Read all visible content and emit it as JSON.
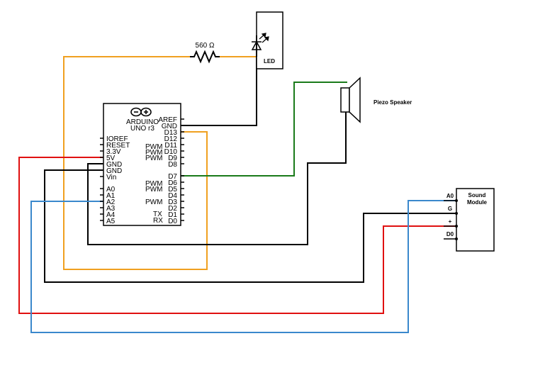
{
  "resistor": {
    "value": "560 Ω"
  },
  "led": {
    "label": "LED"
  },
  "piezo": {
    "label": "Piezo Speaker"
  },
  "sound_module": {
    "title_line1": "Sound",
    "title_line2": "Module",
    "pins": [
      "A0",
      "G",
      "+",
      "D0"
    ]
  },
  "arduino": {
    "title_line1": "ARDUINO",
    "title_line2": "UNO r3",
    "left_pins": [
      "IOREF",
      "RESET",
      "3.3V",
      "5V",
      "GND",
      "GND",
      "Vin",
      "A0",
      "A1",
      "A2",
      "A3",
      "A4",
      "A5"
    ],
    "right_pins": [
      "AREF",
      "GND",
      "D13",
      "D12",
      "D11",
      "D10",
      "D9",
      "D8",
      "D7",
      "D6",
      "D5",
      "D4",
      "D3",
      "D2",
      "D1",
      "D0"
    ],
    "pwm_label": "PWM",
    "tx_label": "TX",
    "rx_label": "RX"
  },
  "wire_colors": {
    "orange": "#f0a020",
    "black": "#000000",
    "green": "#1a7a1a",
    "red": "#e01010",
    "blue": "#3a88cc"
  }
}
